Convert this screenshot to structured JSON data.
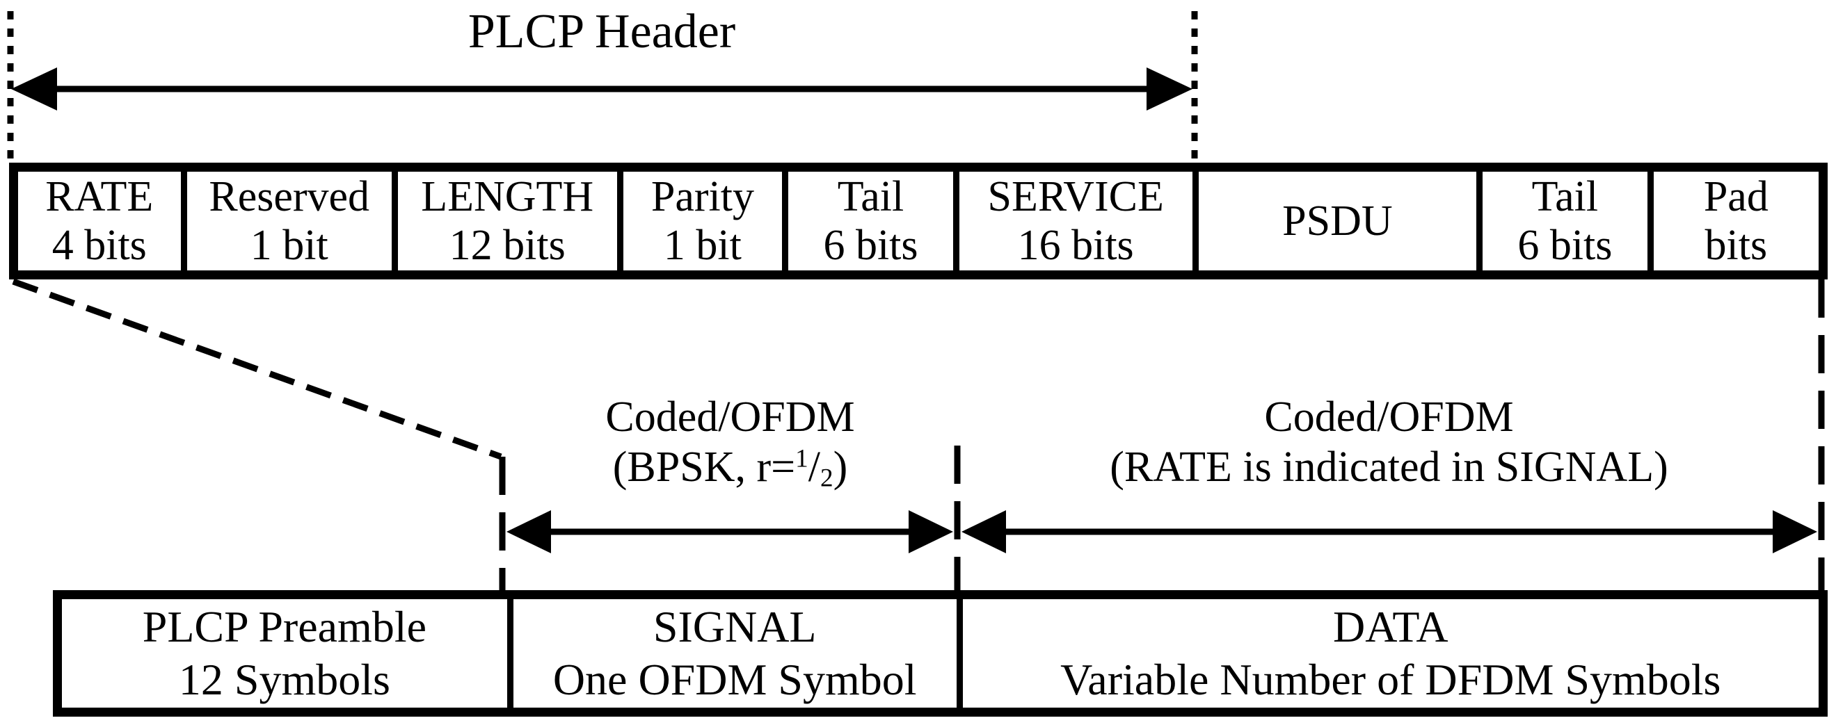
{
  "colors": {
    "ink": "#000000",
    "paper": "#ffffff"
  },
  "header": {
    "title": "PLCP Header"
  },
  "frame_fields": {
    "cells": [
      {
        "name": "RATE",
        "size": "4 bits"
      },
      {
        "name": "Reserved",
        "size": "1 bit"
      },
      {
        "name": "LENGTH",
        "size": "12 bits"
      },
      {
        "name": "Parity",
        "size": "1 bit"
      },
      {
        "name": "Tail",
        "size": "6 bits"
      },
      {
        "name": "SERVICE",
        "size": "16 bits"
      },
      {
        "name": "PSDU"
      },
      {
        "name": "Tail",
        "size": "6 bits"
      },
      {
        "name": "Pad",
        "size": "bits"
      }
    ]
  },
  "signal_annotation": {
    "line1": "Coded/OFDM",
    "prefix": "(BPSK, r=",
    "numerator": "1",
    "slash": "/",
    "denominator": "2",
    "suffix": ")"
  },
  "data_annotation": {
    "line1": "Coded/OFDM",
    "line2": "(RATE is indicated in SIGNAL)"
  },
  "symbol_blocks": {
    "cells": [
      {
        "name": "PLCP Preamble",
        "size": "12 Symbols"
      },
      {
        "name": "SIGNAL",
        "size": "One OFDM Symbol"
      },
      {
        "name": "DATA",
        "size": "Variable Number of DFDM Symbols"
      }
    ]
  }
}
